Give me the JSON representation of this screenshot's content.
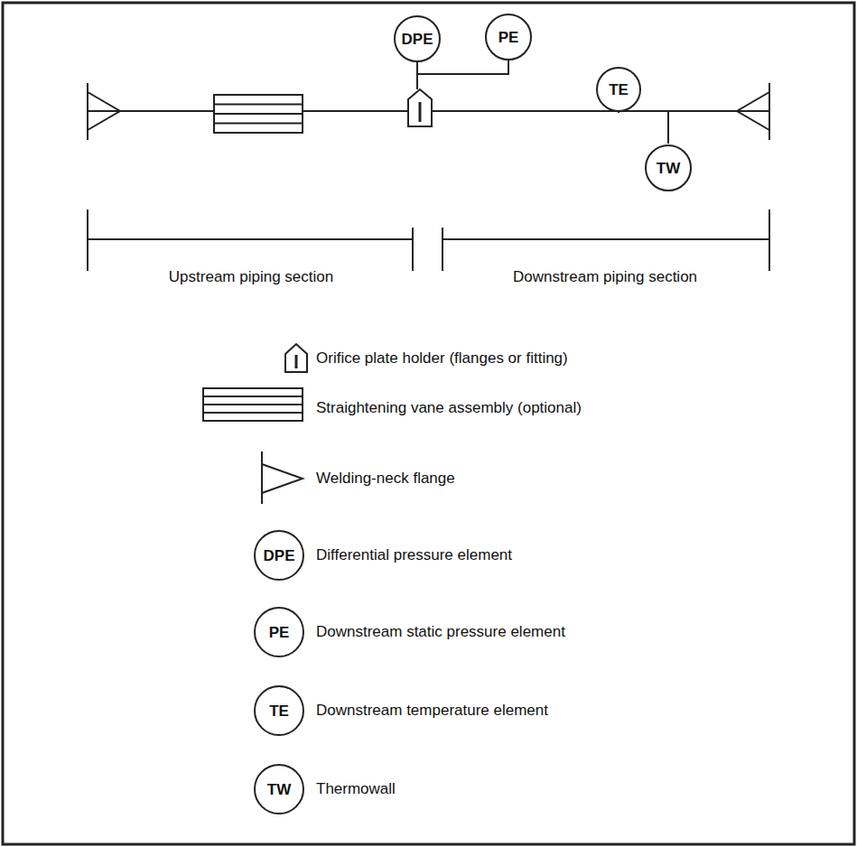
{
  "diagram": {
    "nodes": [
      {
        "text": [
          "DPE"
        ]
      },
      {
        "text": [
          "PE"
        ]
      },
      {
        "text": [
          "TE"
        ]
      },
      {
        "text": [
          "TW"
        ]
      },
      {
        "text": [
          "DPE"
        ]
      },
      {
        "text": [
          "PE"
        ]
      },
      {
        "text": [
          "TE"
        ]
      },
      {
        "text": [
          "TW"
        ]
      }
    ],
    "edges": [
      {
        "from": 0,
        "to": 1,
        "arrow": "none"
      }
    ],
    "labels": [
      "Upstream piping section",
      "Downstream piping section"
    ],
    "legend": [
      {
        "text": "Orifice plate holder (flanges or fitting)"
      },
      {
        "text": "Straightening vane assembly (optional)"
      },
      {
        "text": "Welding-neck flange"
      },
      {
        "text": "Differential pressure element"
      },
      {
        "text": "Downstream static pressure element"
      },
      {
        "text": "Downstream temperature element"
      },
      {
        "text": "Thermowall"
      }
    ]
  }
}
